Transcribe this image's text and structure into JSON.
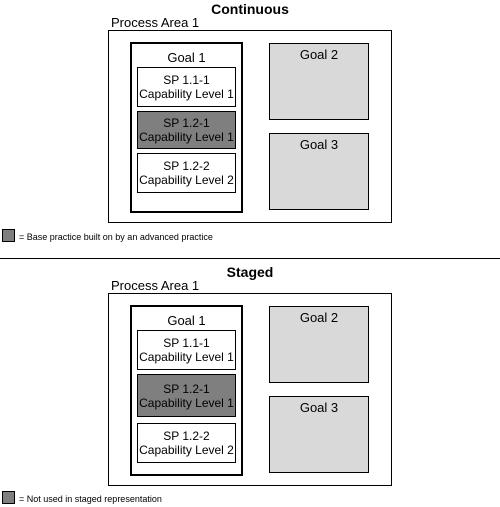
{
  "continuous": {
    "title": "Continuous",
    "process_area": "Process Area 1",
    "goal1": "Goal 1",
    "goal2": "Goal 2",
    "goal3": "Goal 3",
    "sp": [
      {
        "id": "SP 1.1-1",
        "level": "Capability Level 1"
      },
      {
        "id": "SP 1.2-1",
        "level": "Capability Level 1"
      },
      {
        "id": "SP 1.2-2",
        "level": "Capability Level 2"
      }
    ],
    "legend": "= Base practice built on by an advanced practice"
  },
  "staged": {
    "title": "Staged",
    "process_area": "Process Area 1",
    "goal1": "Goal 1",
    "goal2": "Goal 2",
    "goal3": "Goal 3",
    "sp": [
      {
        "id": "SP 1.1-1",
        "level": "Capability Level 1"
      },
      {
        "id": "SP 1.2-1",
        "level": "Capability Level 1"
      },
      {
        "id": "SP 1.2-2",
        "level": "Capability Level 2"
      }
    ],
    "legend": "= Not used in staged representation"
  },
  "colors": {
    "dark_practice": "#7f7f7f",
    "grey_goal": "#d9d9d9"
  }
}
